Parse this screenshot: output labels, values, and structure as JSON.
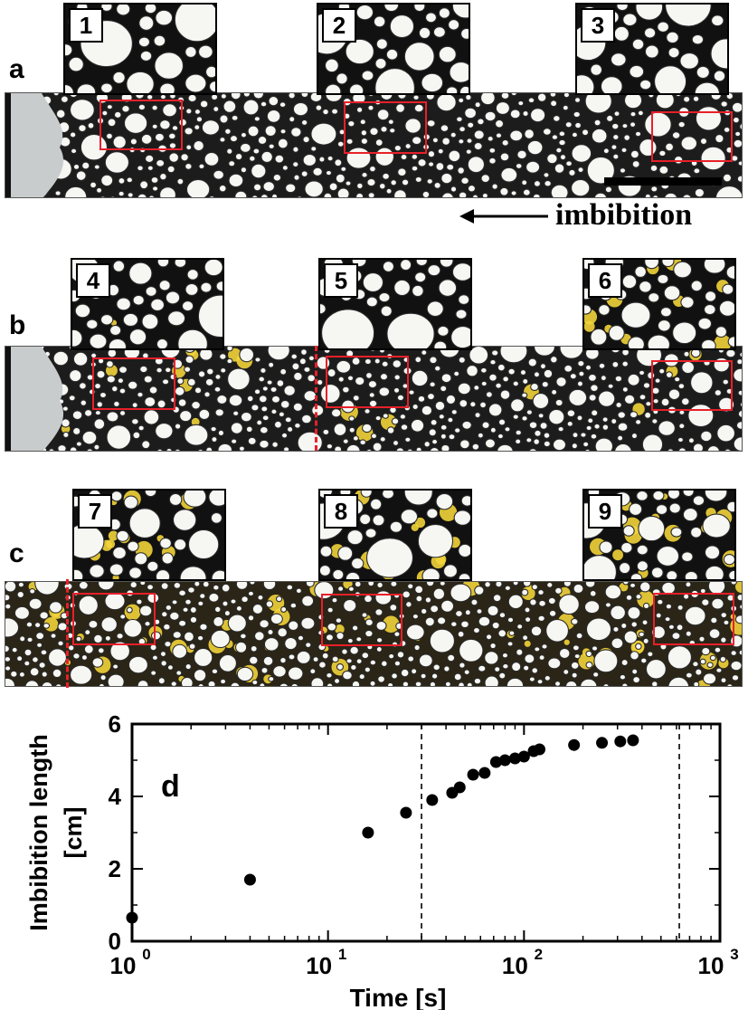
{
  "panels": [
    {
      "letter": "a",
      "insets": [
        "1",
        "2",
        "3"
      ]
    },
    {
      "letter": "b",
      "insets": [
        "4",
        "5",
        "6"
      ]
    },
    {
      "letter": "c",
      "insets": [
        "7",
        "8",
        "9"
      ]
    }
  ],
  "annotation": {
    "label": "imbibition",
    "direction": "left"
  },
  "colors": {
    "roi": "#e8202a",
    "liquid_yellow": "#f2d43a",
    "film_black": "#111111"
  },
  "chart_data": {
    "type": "scatter",
    "panel_letter": "d",
    "title": "",
    "xlabel": "Time [s]",
    "ylabel_line1": "Imbibition length",
    "ylabel_line2": "[cm]",
    "xscale": "log",
    "xlim": [
      1,
      1000
    ],
    "ylim": [
      0,
      6
    ],
    "xticks": [
      {
        "value": 1,
        "base": "10",
        "exp": "0"
      },
      {
        "value": 10,
        "base": "10",
        "exp": "1"
      },
      {
        "value": 100,
        "base": "10",
        "exp": "2"
      },
      {
        "value": 1000,
        "base": "10",
        "exp": "3"
      }
    ],
    "yticks": [
      "0",
      "2",
      "4",
      "6"
    ],
    "vlines": [
      30,
      620
    ],
    "x": [
      1.0,
      4.0,
      16,
      25,
      34,
      43,
      47,
      55,
      63,
      72,
      80,
      90,
      100,
      112,
      120,
      180,
      250,
      310,
      360
    ],
    "y": [
      0.65,
      1.7,
      3.0,
      3.55,
      3.9,
      4.1,
      4.25,
      4.6,
      4.65,
      4.95,
      5.0,
      5.05,
      5.1,
      5.25,
      5.3,
      5.42,
      5.48,
      5.52,
      5.55
    ],
    "grid": false,
    "marker": "filled-circle"
  }
}
